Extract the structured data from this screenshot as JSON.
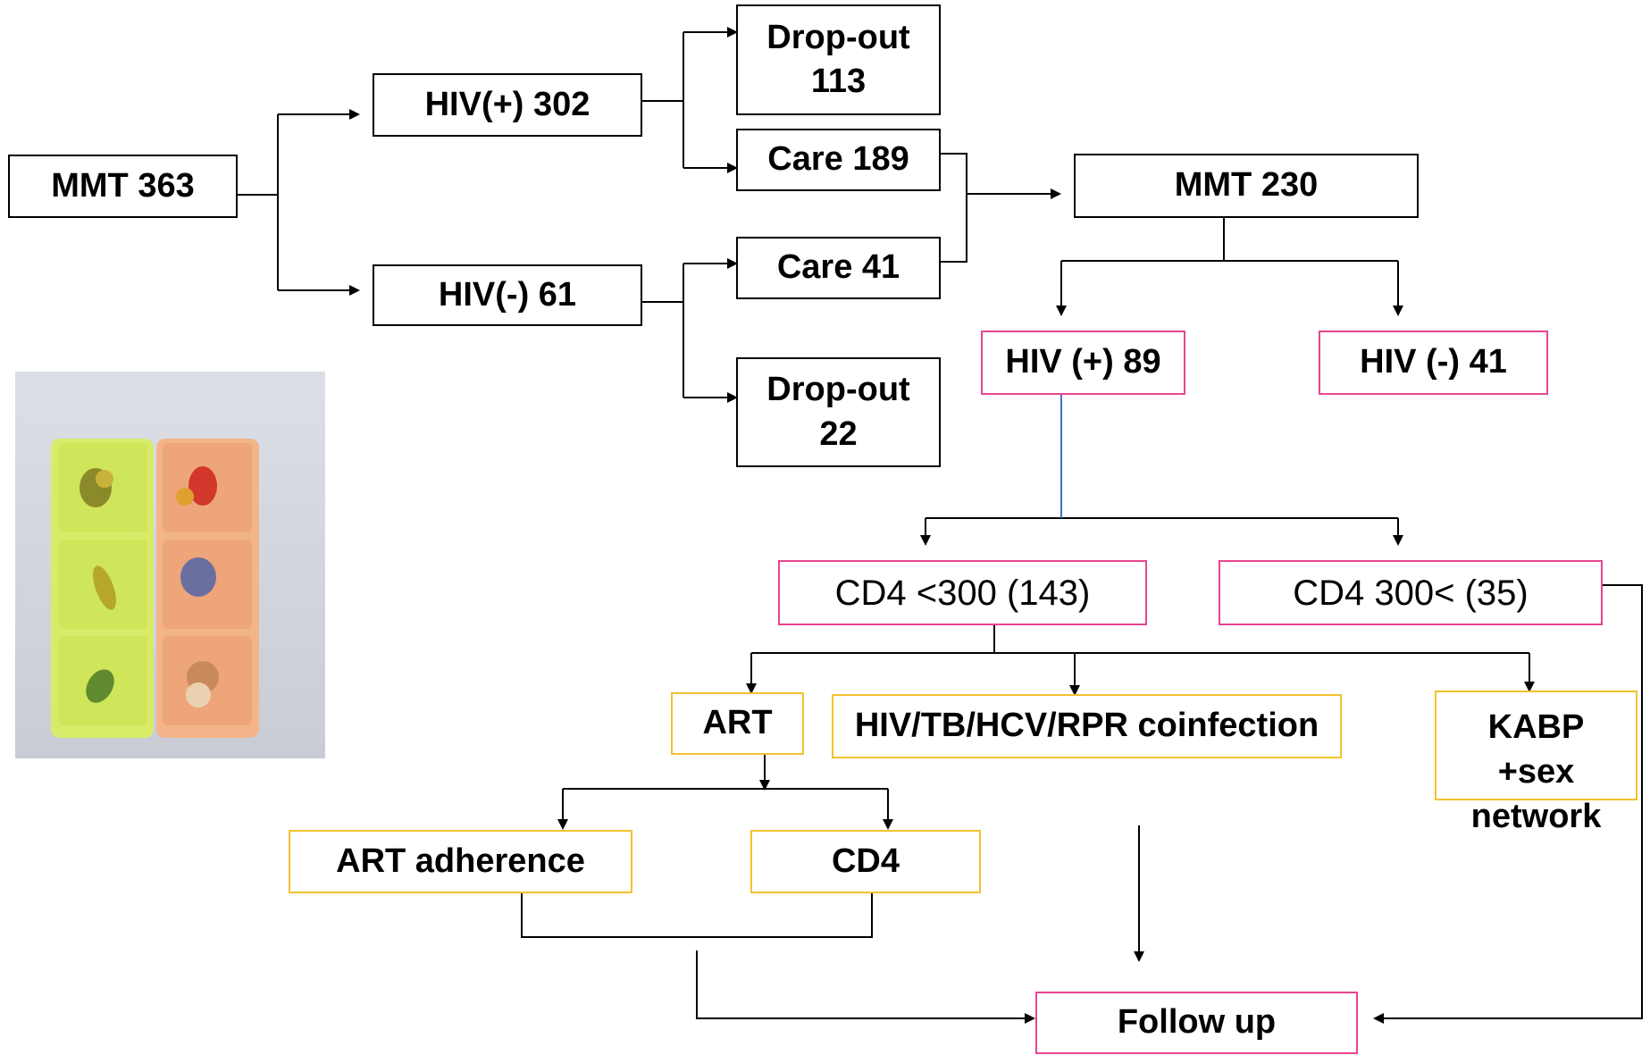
{
  "colors": {
    "line": "#000000",
    "blue_line": "#4472c4",
    "box_black": "#000000",
    "box_pink": "#e8458f",
    "box_gold": "#f2c12e"
  },
  "nodes": {
    "mmt363": "MMT 363",
    "hiv_pos_302": "HIV(+) 302",
    "hiv_neg_61": "HIV(-) 61",
    "dropout_113": "Drop-out\n113",
    "care_189": "Care 189",
    "care_41": "Care 41",
    "dropout_22": "Drop-out\n22",
    "mmt230": "MMT 230",
    "hiv_pos_89": "HIV (+) 89",
    "hiv_neg_41": "HIV (-) 41",
    "cd4_lt300": "CD4   <300 (143)",
    "cd4_gt300": "CD4   300< (35)",
    "art": "ART",
    "coinfection": "HIV/TB/HCV/RPR coinfection",
    "kabp": "KABP\n+sex\nnetwork",
    "art_adherence": "ART   adherence",
    "cd4": "CD4",
    "follow_up": "Follow up"
  },
  "photo": {
    "description_icon": "pill-organizer-photo"
  }
}
